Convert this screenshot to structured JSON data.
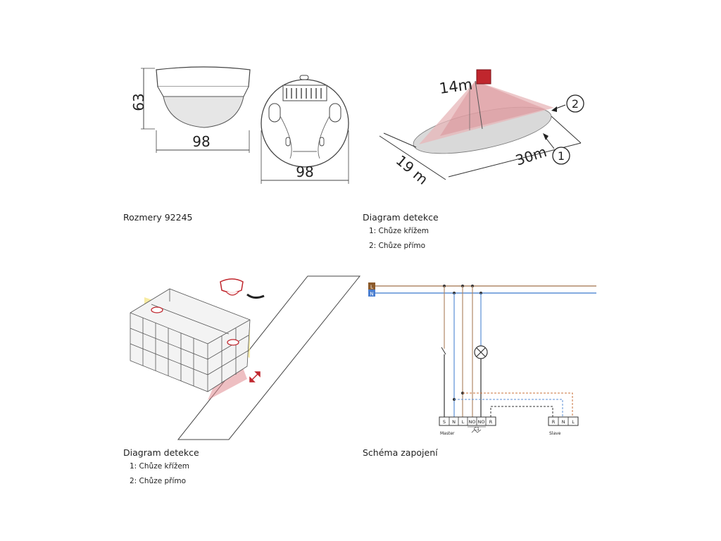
{
  "dimensions": {
    "height_label": "63",
    "width_label_side": "98",
    "width_label_top": "98"
  },
  "detection_3d": {
    "height_label": "14m",
    "width_label": "19 m",
    "length_label": "30m",
    "marker_1": "1",
    "marker_2": "2"
  },
  "captions": {
    "dimensions_title": "Rozmery 92245",
    "detection_title_top": "Diagram detekce",
    "detection_top_item1": "1: Chůze křížem",
    "detection_top_item2": "2: Chůze přímo",
    "detection_title_bottom": "Diagram detekce",
    "detection_bottom_item1": "1: Chůze křížem",
    "detection_bottom_item2": "2: Chůze přímo",
    "wiring_title": "Schéma zapojení"
  },
  "wiring": {
    "line_l": "L",
    "line_n": "N",
    "master_terminals": [
      "S",
      "N",
      "L",
      "NO",
      "NO",
      "R"
    ],
    "master_contact_label": "C1",
    "master_label": "Master",
    "slave_terminals": [
      "R",
      "N",
      "L"
    ],
    "slave_label": "Slave",
    "colors": {
      "live": "#b08968",
      "neutral": "#5b8fd6",
      "signal": "#c8703a",
      "dark": "#333333"
    }
  }
}
